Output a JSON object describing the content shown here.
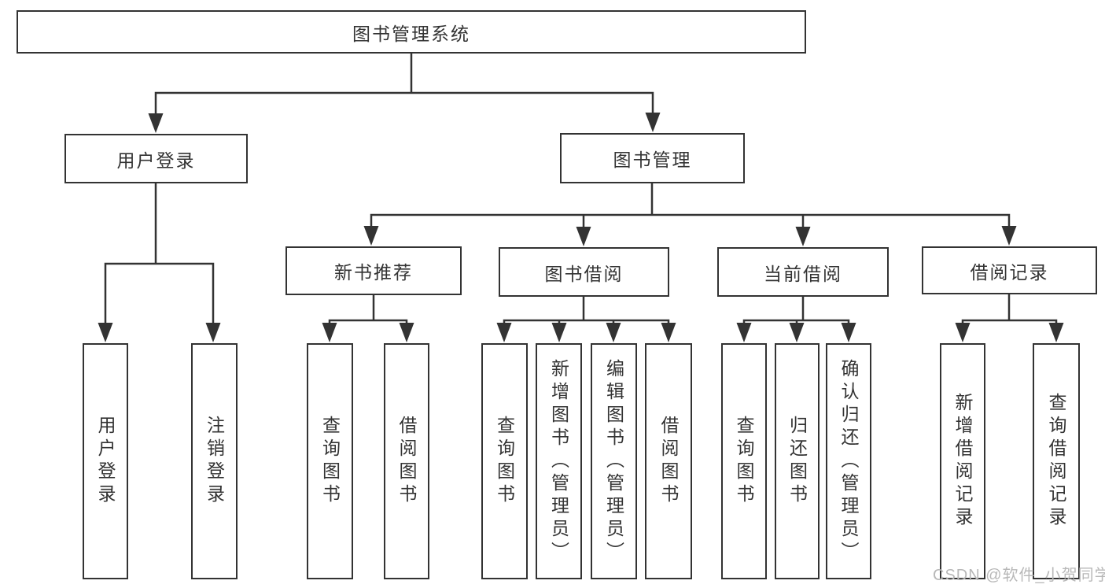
{
  "diagram": {
    "type": "hierarchy-tree",
    "colors": {
      "line": "#333333",
      "text": "#333333",
      "box_background": "#ffffff",
      "watermark": "#b8b8b8"
    },
    "tree": {
      "label": "图书管理系统",
      "children": [
        {
          "label": "用户登录",
          "children": [
            {
              "label": "用户登录"
            },
            {
              "label": "注销登录"
            }
          ]
        },
        {
          "label": "图书管理",
          "children": [
            {
              "label": "新书推荐",
              "children": [
                {
                  "label": "查询图书"
                },
                {
                  "label": "借阅图书"
                }
              ]
            },
            {
              "label": "图书借阅",
              "children": [
                {
                  "label": "查询图书"
                },
                {
                  "label": "新增图书（管理员）"
                },
                {
                  "label": "编辑图书（管理员）"
                },
                {
                  "label": "借阅图书"
                }
              ]
            },
            {
              "label": "当前借阅",
              "children": [
                {
                  "label": "查询图书"
                },
                {
                  "label": "归还图书"
                },
                {
                  "label": "确认归还（管理员）"
                }
              ]
            },
            {
              "label": "借阅记录",
              "children": [
                {
                  "label": "新增借阅记录"
                },
                {
                  "label": "查询借阅记录"
                }
              ]
            }
          ]
        }
      ]
    },
    "watermark": {
      "text": "CSDN @软件_小贺同学"
    }
  }
}
